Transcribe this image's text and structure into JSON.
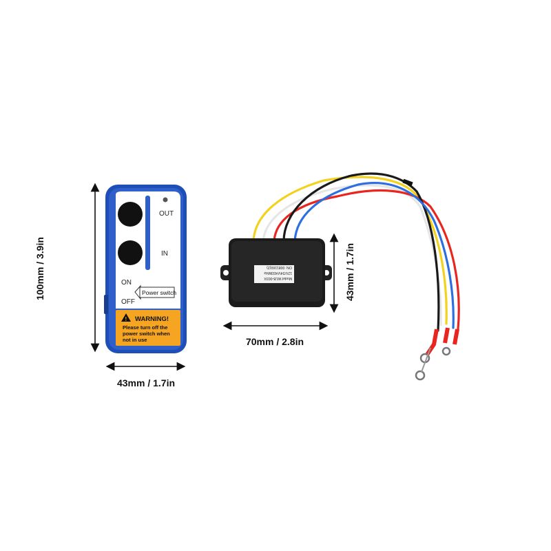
{
  "remote": {
    "label_out": "OUT",
    "label_in": "IN",
    "label_on": "ON",
    "label_off": "OFF",
    "power_switch_label": "Power switch",
    "warning_title": "WARNING!",
    "warning_line1": "Please turn off the",
    "warning_line2": "power switch when",
    "warning_line3": "not  in  use",
    "body_color": "#2f5fc8",
    "warning_color": "#f6a523"
  },
  "receiver": {
    "label_line1": "Model:WLB-003X",
    "label_line2": "12V/24V/433MHz",
    "label_line3": "ON:  0081160(2)",
    "body_color": "#1b1b1b",
    "wire_colors": [
      "#1a1a1a",
      "#e8261f",
      "#f4f4f4",
      "#f2d21f",
      "#2d6fe0"
    ]
  },
  "dimensions": {
    "remote_height": "100mm / 3.9in",
    "remote_width": "43mm / 1.7in",
    "receiver_width": "70mm / 2.8in",
    "receiver_height": "43mm / 1.7in"
  },
  "icons": [
    "warning-triangle-icon",
    "arrow-left-icon",
    "dimension-arrow-icon"
  ]
}
